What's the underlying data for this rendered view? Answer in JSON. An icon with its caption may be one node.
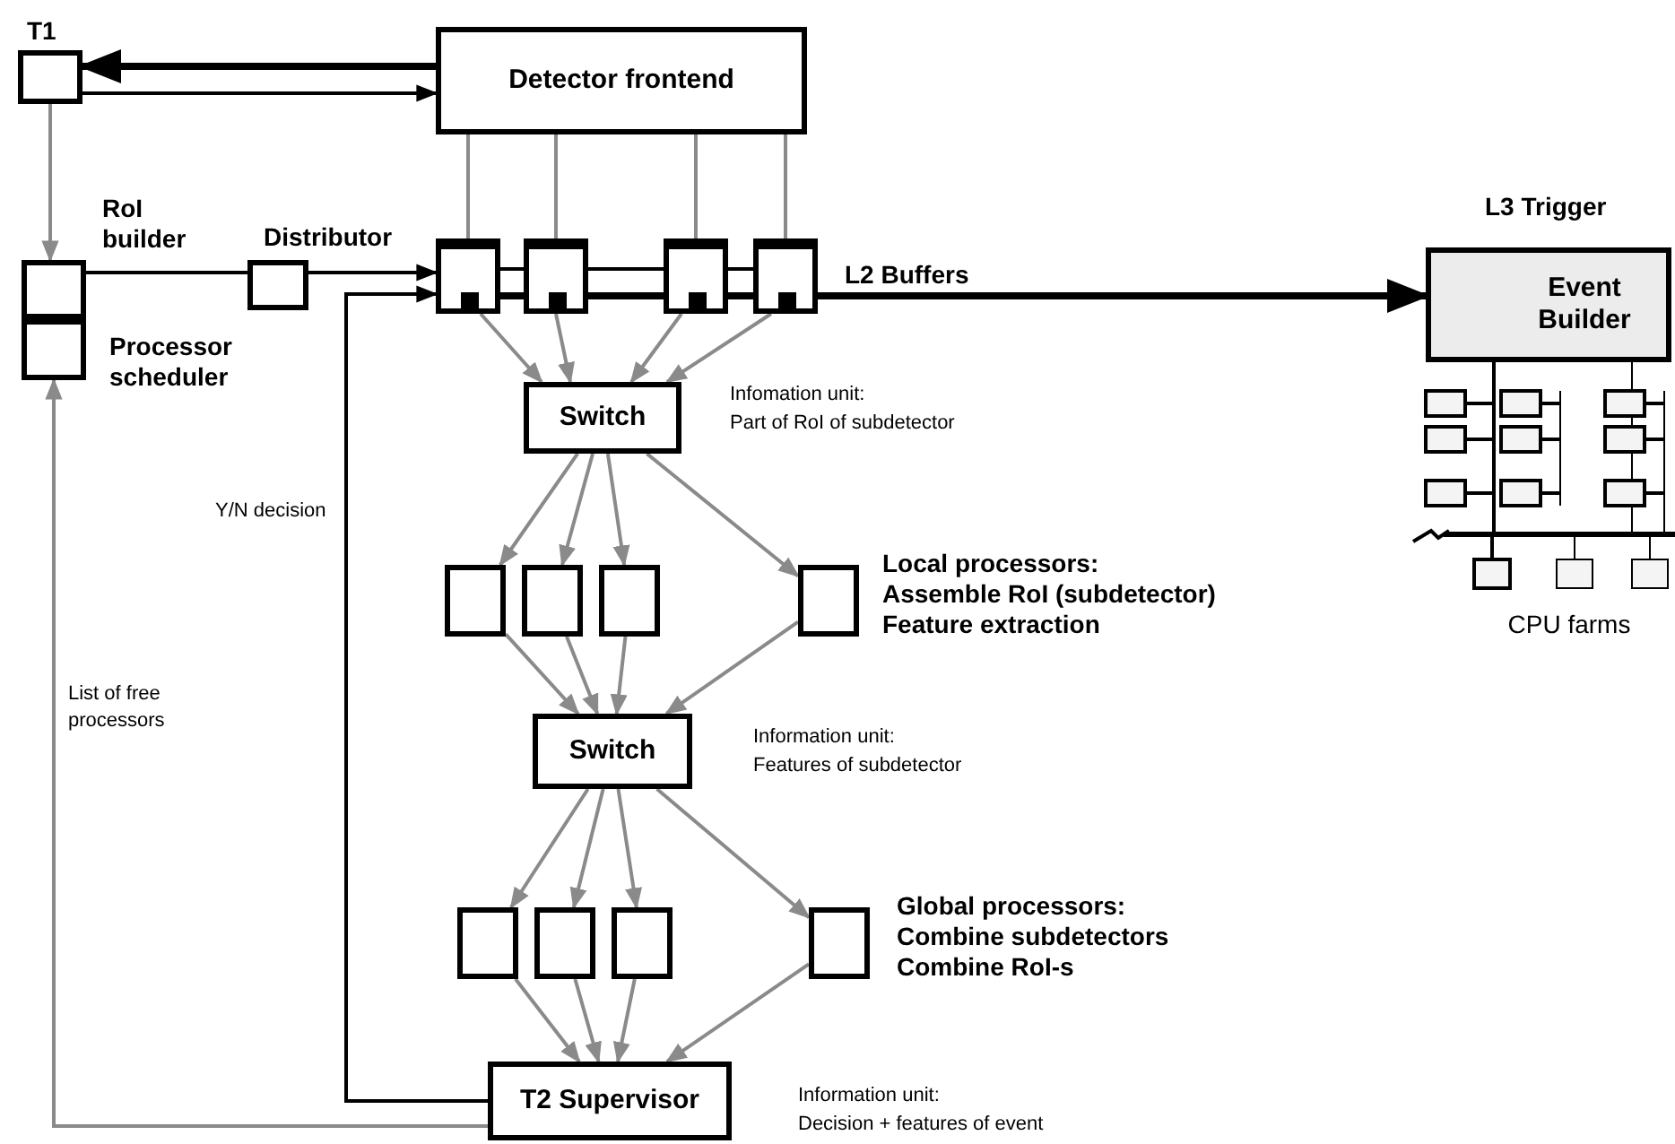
{
  "diagram": {
    "nodes": [
      {
        "text": [
          "T1"
        ]
      },
      {
        "text": [
          "Detector frontend"
        ]
      },
      {
        "text": [
          "RoI builder"
        ]
      },
      {
        "text": [
          "Processor scheduler"
        ]
      },
      {
        "text": [
          "Distributor"
        ]
      },
      {
        "text": [],
        "shape": "buffer"
      },
      {
        "text": [],
        "shape": "buffer"
      },
      {
        "text": [],
        "shape": "buffer"
      },
      {
        "text": [],
        "shape": "buffer",
        "beside": [
          "L2 Buffers"
        ]
      },
      {
        "text": [
          "Switch"
        ],
        "beside": [
          "Infomation unit:",
          "Part of RoI of subdetector"
        ]
      },
      {
        "text": [],
        "shape": "box"
      },
      {
        "text": [],
        "shape": "box"
      },
      {
        "text": [],
        "shape": "box"
      },
      {
        "text": [],
        "shape": "box",
        "beside": [
          "Local processors:",
          "Assemble RoI (subdetector)",
          "Feature extraction"
        ]
      },
      {
        "text": [
          "Switch"
        ],
        "beside": [
          "Information unit:",
          "Features of subdetector"
        ]
      },
      {
        "text": [],
        "shape": "box"
      },
      {
        "text": [],
        "shape": "box"
      },
      {
        "text": [],
        "shape": "box"
      },
      {
        "text": [],
        "shape": "box",
        "beside": [
          "Global processors:",
          "Combine subdetectors",
          "Combine RoI-s"
        ]
      },
      {
        "text": [
          "T2 Supervisor"
        ],
        "beside": [
          "Information unit:",
          "Decision + features of event"
        ]
      },
      {
        "text": [
          "L3 Trigger",
          "Event Builder"
        ]
      }
    ],
    "edges": [
      {
        "from": 1,
        "to": 0,
        "arrow": "to",
        "style": "thick",
        "color": "#000000"
      },
      {
        "from": 0,
        "to": 1,
        "arrow": "to",
        "color": "#000000"
      },
      {
        "from": 0,
        "to": 2,
        "arrow": "to"
      },
      {
        "from": 2,
        "to": 4,
        "arrow": "none",
        "color": "#000000"
      },
      {
        "from": 4,
        "to": 5,
        "arrow": "to",
        "color": "#000000"
      },
      {
        "from": 19,
        "to": 5,
        "arrow": "to",
        "label": "Y/N decision",
        "color": "#000000"
      },
      {
        "from": 19,
        "to": 3,
        "arrow": "to",
        "label": "List of free processors"
      },
      {
        "from": 1,
        "to": 5,
        "arrow": "none"
      },
      {
        "from": 1,
        "to": 6,
        "arrow": "none"
      },
      {
        "from": 1,
        "to": 7,
        "arrow": "none"
      },
      {
        "from": 1,
        "to": 8,
        "arrow": "none"
      },
      {
        "from": 5,
        "to": 9,
        "arrow": "to"
      },
      {
        "from": 6,
        "to": 9,
        "arrow": "to"
      },
      {
        "from": 7,
        "to": 9,
        "arrow": "to"
      },
      {
        "from": 8,
        "to": 9,
        "arrow": "to"
      },
      {
        "from": 8,
        "to": 20,
        "arrow": "to",
        "style": "thick",
        "color": "#000000"
      },
      {
        "from": 9,
        "to": 10,
        "arrow": "to"
      },
      {
        "from": 9,
        "to": 11,
        "arrow": "to"
      },
      {
        "from": 9,
        "to": 12,
        "arrow": "to"
      },
      {
        "from": 9,
        "to": 13,
        "arrow": "to"
      },
      {
        "from": 10,
        "to": 14,
        "arrow": "to"
      },
      {
        "from": 11,
        "to": 14,
        "arrow": "to"
      },
      {
        "from": 12,
        "to": 14,
        "arrow": "to"
      },
      {
        "from": 13,
        "to": 14,
        "arrow": "to"
      },
      {
        "from": 14,
        "to": 15,
        "arrow": "to"
      },
      {
        "from": 14,
        "to": 16,
        "arrow": "to"
      },
      {
        "from": 14,
        "to": 17,
        "arrow": "to"
      },
      {
        "from": 14,
        "to": 18,
        "arrow": "to"
      },
      {
        "from": 15,
        "to": 19,
        "arrow": "to"
      },
      {
        "from": 16,
        "to": 19,
        "arrow": "to"
      },
      {
        "from": 17,
        "to": 19,
        "arrow": "to"
      },
      {
        "from": 18,
        "to": 19,
        "arrow": "to"
      },
      {
        "from": 5,
        "to": 6,
        "arrow": "none",
        "color": "#000000"
      },
      {
        "from": 5,
        "to": 6,
        "arrow": "none",
        "style": "thick",
        "color": "#000000"
      },
      {
        "from": 6,
        "to": 7,
        "arrow": "none",
        "color": "#000000"
      },
      {
        "from": 6,
        "to": 7,
        "arrow": "none",
        "style": "thick",
        "color": "#000000"
      },
      {
        "from": 7,
        "to": 8,
        "arrow": "none",
        "color": "#000000"
      },
      {
        "from": 7,
        "to": 8,
        "arrow": "none",
        "style": "thick",
        "color": "#000000"
      }
    ],
    "labels": [
      "CPU farms"
    ]
  }
}
